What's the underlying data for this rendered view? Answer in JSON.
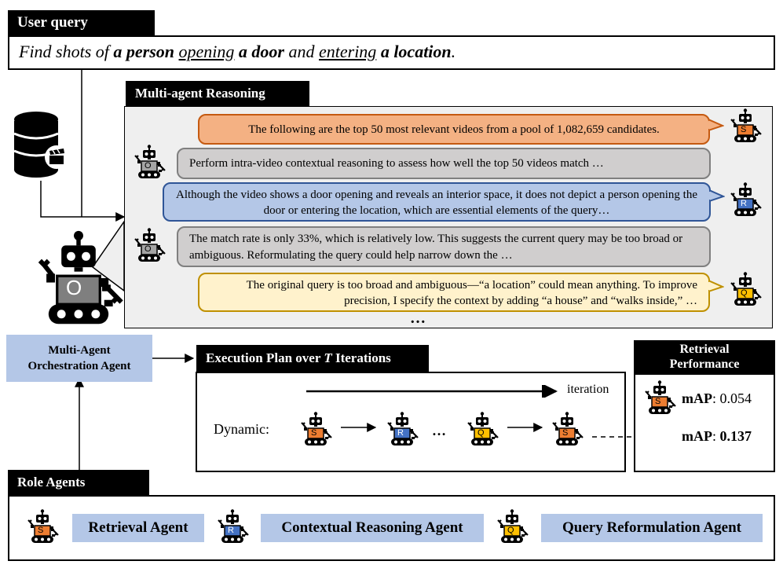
{
  "colors": {
    "retrieval": "#ed7d31",
    "reasoning": "#4472c4",
    "reformulation": "#ffc000",
    "orchestration": "#7f7f7f",
    "panel": "#efefef",
    "pill": "#b4c7e7"
  },
  "user_query": {
    "header": "User query",
    "prefix": "Find shots of ",
    "person": "a person",
    "opening": "opening",
    "door": "a door",
    "and": "and",
    "entering": "entering",
    "location": "a location",
    "suffix": "."
  },
  "reasoning": {
    "header": "Multi-agent Reasoning",
    "messages": [
      {
        "agent": "S",
        "text": "The following are the top 50 most relevant videos from a pool of 1,082,659 candidates."
      },
      {
        "agent": "O",
        "text": "Perform intra-video contextual reasoning to assess how well the top 50 videos match …"
      },
      {
        "agent": "R",
        "text": "Although the video shows a door opening and reveals an interior space, it does not depict a person opening the door or entering the location, which are essential elements of the query…"
      },
      {
        "agent": "O",
        "text": "The match rate is only 33%, which is relatively low. This suggests the current query may be too broad or ambiguous. Reformulating the query could help narrow down the …"
      },
      {
        "agent": "Q",
        "text": "The original query is too broad and ambiguous—“a location” could mean anything. To improve precision, I specify the context by adding “a house” and “walks inside,” …"
      }
    ],
    "ellipsis": "…"
  },
  "orchestrator": {
    "letter": "O",
    "label_line1": "Multi-Agent",
    "label_line2": "Orchestration Agent"
  },
  "execution": {
    "header_prefix": "Execution Plan over ",
    "header_var": "T",
    "header_suffix": " Iterations",
    "iteration_label": "iteration",
    "dynamic_label": "Dynamic:",
    "sequence": [
      "S",
      "R",
      "Q",
      "S"
    ],
    "dots": "…"
  },
  "performance": {
    "header_line1": "Retrieval",
    "header_line2": "Performance",
    "metric_label": "mAP",
    "baseline": "0.054",
    "improved": "0.137"
  },
  "roles": {
    "header": "Role Agents",
    "items": [
      {
        "letter": "S",
        "label": "Retrieval Agent"
      },
      {
        "letter": "R",
        "label": "Contextual Reasoning Agent"
      },
      {
        "letter": "Q",
        "label": "Query Reformulation Agent"
      }
    ]
  }
}
